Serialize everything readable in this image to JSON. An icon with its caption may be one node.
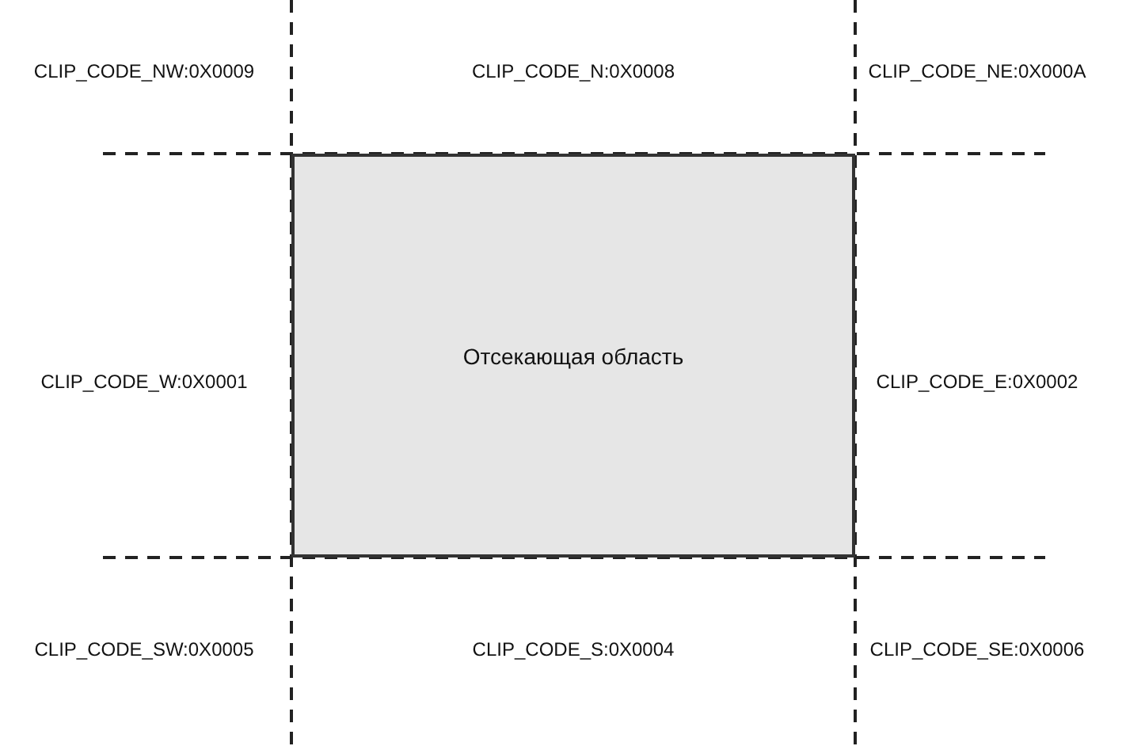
{
  "diagram": {
    "nodes": [
      {
        "text": [
          "Отсекающая область"
        ]
      }
    ],
    "labels": [
      "CLIP_CODE_NW:0X0009",
      "CLIP_CODE_N:0X0008",
      "CLIP_CODE_NE:0X000A",
      "CLIP_CODE_W:0X0001",
      "CLIP_CODE_E:0X0002",
      "CLIP_CODE_SW:0X0005",
      "CLIP_CODE_S:0X0004",
      "CLIP_CODE_SE:0X0006"
    ]
  }
}
